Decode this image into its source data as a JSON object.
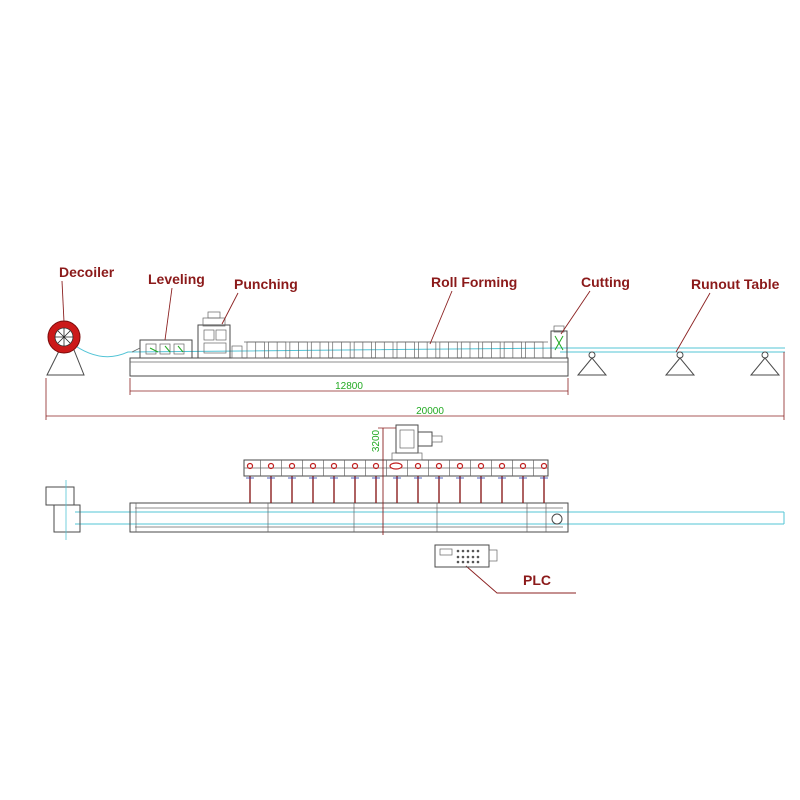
{
  "labels": {
    "decoiler": "Decoiler",
    "leveling": "Leveling",
    "punching": "Punching",
    "roll_forming": "Roll Forming",
    "cutting": "Cutting",
    "runout_table": "Runout Table",
    "plc": "PLC"
  },
  "dimensions": {
    "machine_length": "12800",
    "total_length": "20000",
    "width": "3200"
  },
  "colors": {
    "label": "#8b1a1a",
    "dimension_text": "#22aa22",
    "strip": "#53c4d6",
    "outline": "#4a4a4a",
    "decoiler": "#cc1a1a"
  }
}
